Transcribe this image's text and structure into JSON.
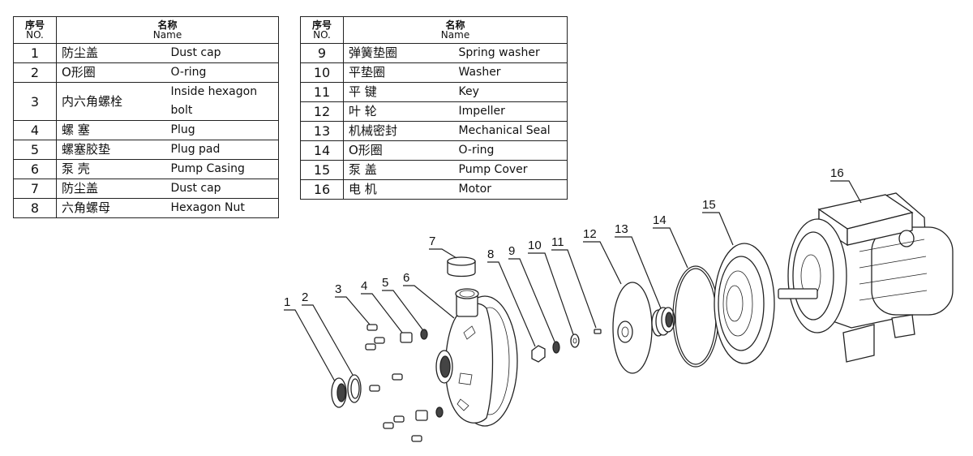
{
  "table_header": {
    "no_zh": "序号",
    "no_en": "NO.",
    "name_zh": "名称",
    "name_en": "Name"
  },
  "parts": [
    {
      "no": "1",
      "zh": "防尘盖",
      "en": "Dust  cap"
    },
    {
      "no": "2",
      "zh": "O形圈",
      "en": "O-ring"
    },
    {
      "no": "3",
      "zh": "内六角螺栓",
      "en": "Inside hexagon bolt"
    },
    {
      "no": "4",
      "zh": "螺  塞",
      "en": "Plug"
    },
    {
      "no": "5",
      "zh": "螺塞胶垫",
      "en": "Plug pad"
    },
    {
      "no": "6",
      "zh": "泵  壳",
      "en": "Pump Casing"
    },
    {
      "no": "7",
      "zh": "防尘盖",
      "en": "Dust  cap"
    },
    {
      "no": "8",
      "zh": "六角螺母",
      "en": "Hexagon Nut"
    },
    {
      "no": "9",
      "zh": "弹簧垫圈",
      "en": "Spring washer"
    },
    {
      "no": "10",
      "zh": "平垫圈",
      "en": "Washer"
    },
    {
      "no": "11",
      "zh": "平  键",
      "en": "Key"
    },
    {
      "no": "12",
      "zh": "叶  轮",
      "en": "Impeller"
    },
    {
      "no": "13",
      "zh": "机械密封",
      "en": "Mechanical Seal"
    },
    {
      "no": "14",
      "zh": "O形圈",
      "en": "O-ring"
    },
    {
      "no": "15",
      "zh": "泵  盖",
      "en": "Pump Cover"
    },
    {
      "no": "16",
      "zh": "电  机",
      "en": "Motor"
    }
  ],
  "callouts": [
    "1",
    "2",
    "3",
    "4",
    "5",
    "6",
    "7",
    "8",
    "9",
    "10",
    "11",
    "12",
    "13",
    "14",
    "15",
    "16"
  ]
}
